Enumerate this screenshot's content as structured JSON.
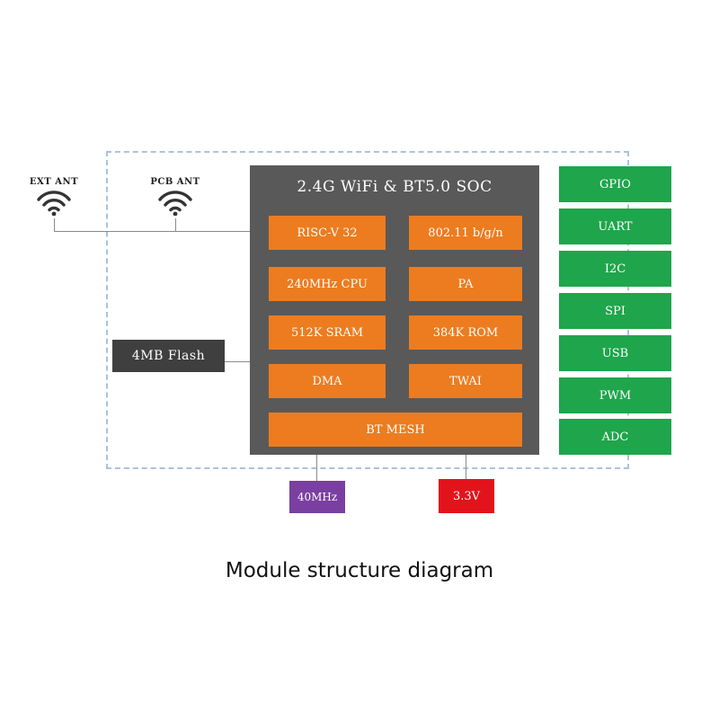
{
  "antennas": {
    "ext": {
      "label": "EXT ANT",
      "icon": "wifi-icon"
    },
    "pcb": {
      "label": "PCB ANT",
      "icon": "wifi-icon"
    }
  },
  "soc": {
    "title": "2.4G WiFi & BT5.0 SOC",
    "blocks": {
      "risc": "RISC-V 32",
      "wifi": "802.11 b/g/n",
      "cpu": "240MHz CPU",
      "pa": "PA",
      "sram": "512K SRAM",
      "rom": "384K ROM",
      "dma": "DMA",
      "twai": "TWAI",
      "mesh": "BT MESH"
    }
  },
  "flash": "4MB Flash",
  "interfaces": [
    "GPIO",
    "UART",
    "I2C",
    "SPI",
    "USB",
    "PWM",
    "ADC"
  ],
  "clock": "40MHz",
  "power": "3.3V",
  "caption": "Module structure diagram",
  "colors": {
    "soc": "#595959",
    "block": "#ec7c1f",
    "interface": "#1fa54b",
    "flash": "#3f3f3f",
    "clock": "#7a3fa0",
    "power": "#e3131b",
    "border": "#a9c3dd"
  }
}
